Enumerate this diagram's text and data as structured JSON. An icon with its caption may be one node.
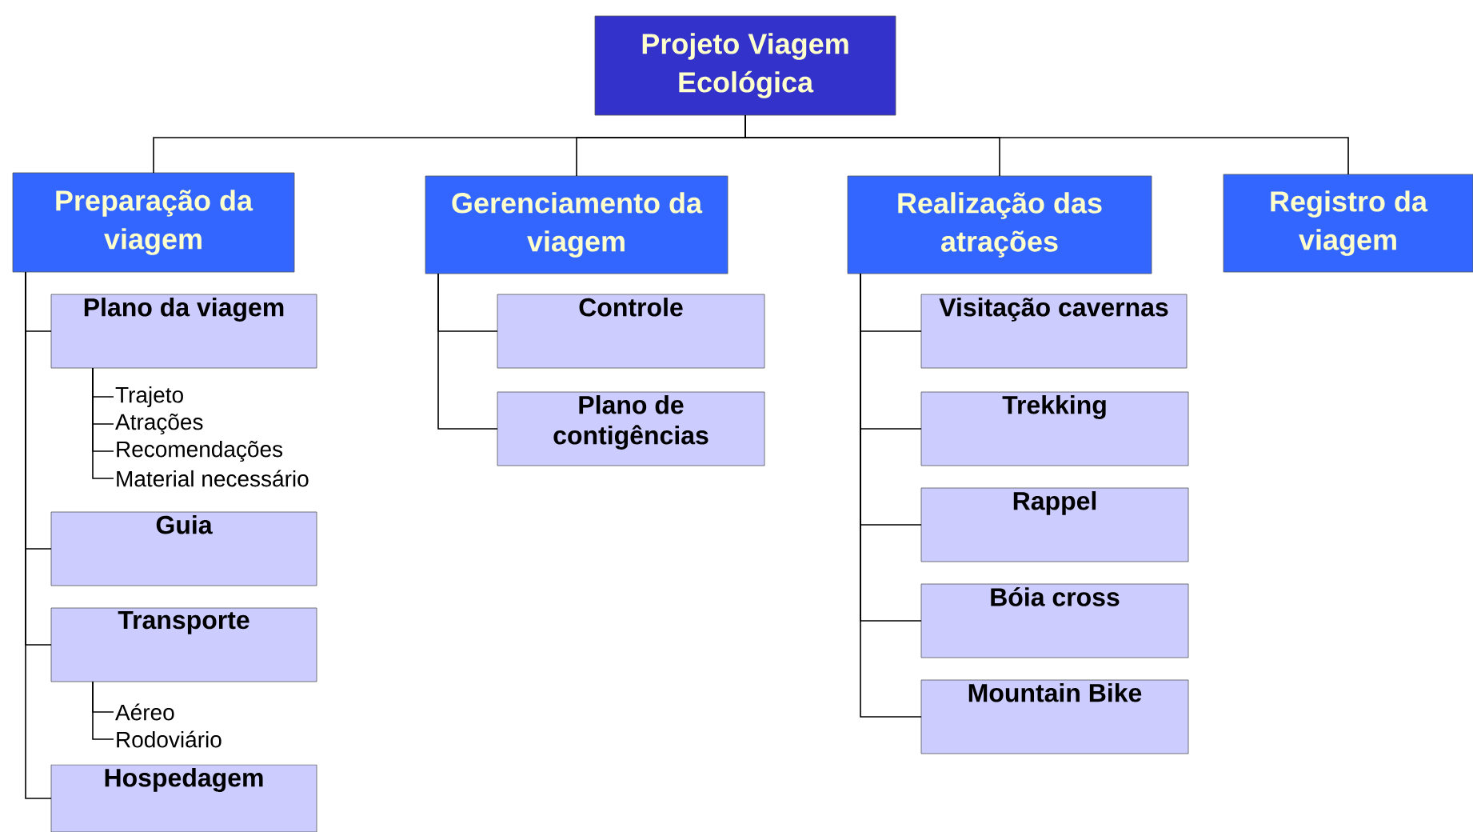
{
  "diagram": {
    "nodes": [
      {
        "text": [
          "Projeto Viagem Ecológica"
        ]
      },
      {
        "text": [
          "Preparação da viagem"
        ]
      },
      {
        "text": [
          "Gerenciamento da viagem"
        ]
      },
      {
        "text": [
          "Realização das atrações"
        ]
      },
      {
        "text": [
          "Registro da viagem"
        ]
      },
      {
        "text": [
          "Plano da viagem"
        ]
      },
      {
        "text": [
          "Trajeto"
        ]
      },
      {
        "text": [
          "Atrações"
        ]
      },
      {
        "text": [
          "Recomendações"
        ]
      },
      {
        "text": [
          "Material necessário"
        ]
      },
      {
        "text": [
          "Guia"
        ]
      },
      {
        "text": [
          "Transporte"
        ]
      },
      {
        "text": [
          "Aéreo"
        ]
      },
      {
        "text": [
          "Rodoviário"
        ]
      },
      {
        "text": [
          "Hospedagem"
        ]
      },
      {
        "text": [
          "Controle"
        ]
      },
      {
        "text": [
          "Plano de contigências"
        ]
      },
      {
        "text": [
          "Visitação cavernas"
        ]
      },
      {
        "text": [
          "Trekking"
        ]
      },
      {
        "text": [
          "Rappel"
        ]
      },
      {
        "text": [
          "Bóia cross"
        ]
      },
      {
        "text": [
          "Mountain Bike"
        ]
      }
    ],
    "edges": [
      {
        "from": 0,
        "to": 1,
        "arrow": "none"
      },
      {
        "from": 0,
        "to": 2,
        "arrow": "none"
      },
      {
        "from": 0,
        "to": 3,
        "arrow": "none"
      },
      {
        "from": 0,
        "to": 4,
        "arrow": "none"
      },
      {
        "from": 1,
        "to": 5,
        "arrow": "none"
      },
      {
        "from": 5,
        "to": 6,
        "arrow": "none"
      },
      {
        "from": 5,
        "to": 7,
        "arrow": "none"
      },
      {
        "from": 5,
        "to": 8,
        "arrow": "none"
      },
      {
        "from": 5,
        "to": 9,
        "arrow": "none"
      },
      {
        "from": 1,
        "to": 10,
        "arrow": "none"
      },
      {
        "from": 1,
        "to": 11,
        "arrow": "none"
      },
      {
        "from": 11,
        "to": 12,
        "arrow": "none"
      },
      {
        "from": 11,
        "to": 13,
        "arrow": "none"
      },
      {
        "from": 1,
        "to": 14,
        "arrow": "none"
      },
      {
        "from": 2,
        "to": 15,
        "arrow": "none"
      },
      {
        "from": 2,
        "to": 16,
        "arrow": "none"
      },
      {
        "from": 3,
        "to": 17,
        "arrow": "none"
      },
      {
        "from": 3,
        "to": 18,
        "arrow": "none"
      },
      {
        "from": 3,
        "to": 19,
        "arrow": "none"
      },
      {
        "from": 3,
        "to": 20,
        "arrow": "none"
      },
      {
        "from": 3,
        "to": 21,
        "arrow": "none"
      }
    ]
  }
}
